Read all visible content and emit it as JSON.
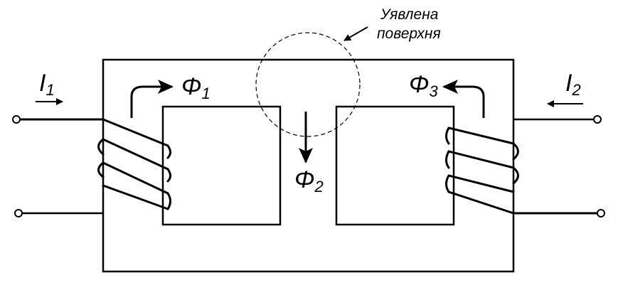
{
  "labels": {
    "current_1": {
      "symbol": "I",
      "subscript": "1"
    },
    "current_2": {
      "symbol": "I",
      "subscript": "2"
    },
    "flux_1": {
      "symbol": "Φ",
      "subscript": "1"
    },
    "flux_2": {
      "symbol": "Φ",
      "subscript": "2"
    },
    "flux_3": {
      "symbol": "Φ",
      "subscript": "3"
    },
    "surface_note": {
      "line1": "Уявлена",
      "line2": "поверхня"
    }
  },
  "colors": {
    "stroke": "#000000",
    "background": "#ffffff"
  }
}
